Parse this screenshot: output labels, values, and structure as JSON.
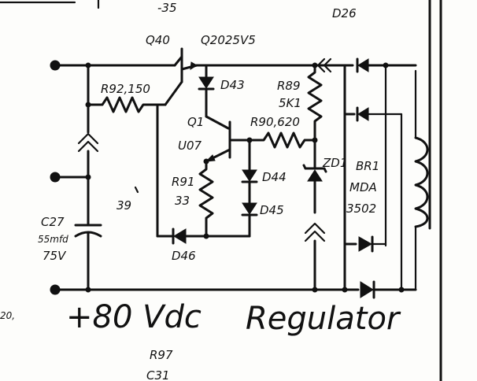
{
  "labels": {
    "top_num": "-35",
    "top_right": "D26",
    "q40": "Q40",
    "q40_part": "Q2025V5",
    "r92": "R92,150",
    "d43": "D43",
    "r89_ref": "R89",
    "r89_val": "5K1",
    "q1": "Q1",
    "q1_part": "U07",
    "r90": "R90,620",
    "zd1": "ZD1",
    "d44": "D44",
    "d45": "D45",
    "br1_ref": "BR1",
    "br1_part": "MDA",
    "br1_num": "3502",
    "r91_ref": "R91",
    "r91_val": "33",
    "note": "39",
    "c27_ref": "C27",
    "c27_val": "55mfd",
    "c27_volt": "75V",
    "d46": "D46",
    "title_voltage": "+80 Vdc",
    "title_word": "Regulator",
    "left_cut": "20,",
    "bottom_r": "R97",
    "bottom_c": "C31"
  }
}
